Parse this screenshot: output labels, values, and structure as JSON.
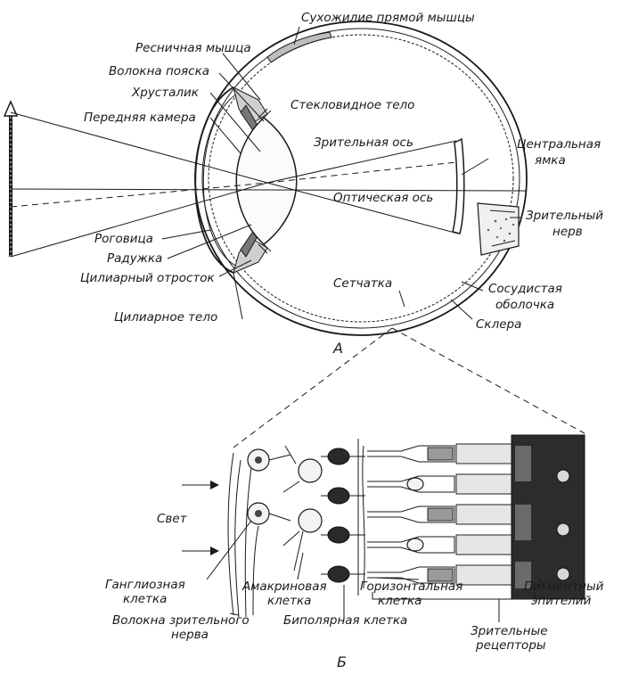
{
  "panel_a": {
    "caption": "А",
    "labels": {
      "tendon": "Сухожилие прямой мышцы",
      "ciliary_muscle": "Ресничная мышца",
      "zonule_fibers": "Волокна пояска",
      "lens": "Хрусталик",
      "anterior_chamber": "Передняя камера",
      "vitreous": "Стекловидное тело",
      "visual_axis": "Зрительная ось",
      "optical_axis": "Оптическая ось",
      "fovea_line1": "Центральная",
      "fovea_line2": "ямка",
      "optic_nerve_line1": "Зрительный",
      "optic_nerve_line2": "нерв",
      "cornea": "Роговица",
      "iris": "Радужка",
      "ciliary_process": "Цилиарный отросток",
      "ciliary_body": "Цилиарное тело",
      "retina": "Сетчатка",
      "choroid_line1": "Сосудистая",
      "choroid_line2": "оболочка",
      "sclera": "Склера"
    }
  },
  "panel_b": {
    "caption": "Б",
    "labels": {
      "light": "Свет",
      "ganglion_line1": "Ганглиозная",
      "ganglion_line2": "клетка",
      "nerve_fibers_line1": "Волокна зрительного",
      "nerve_fibers_line2": "нерва",
      "amacrine_line1": "Амакриновая",
      "amacrine_line2": "клетка",
      "bipolar": "Биполярная клетка",
      "horizontal_line1": "Горизонтальная",
      "horizontal_line2": "клетка",
      "receptors_line1": "Зрительные",
      "receptors_line2": "рецепторы",
      "pigment_line1": "Пигментный",
      "pigment_line2": "эпителий"
    }
  }
}
